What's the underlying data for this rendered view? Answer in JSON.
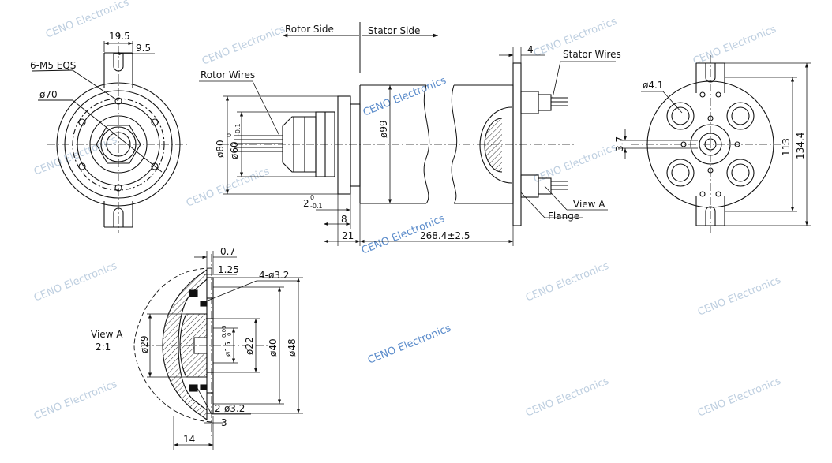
{
  "labels": {
    "rotor_side": "Rotor Side",
    "stator_side": "Stator Side",
    "rotor_wires": "Rotor Wires",
    "stator_wires": "Stator Wires",
    "m5_eqs": "6-M5 EQS",
    "view_a": "View A",
    "flange": "Flange",
    "view_a_title": "View A",
    "view_a_scale": "2:1"
  },
  "dims": {
    "d19_5": "19.5",
    "d9_5": "9.5",
    "phi70": "ø70",
    "phi80": "ø80",
    "phi60": "ø60",
    "phi60_tol_upper": "0",
    "phi60_tol_lower": "-0.1",
    "phi99": "ø99",
    "d2": "2",
    "d2_tol_upper": "0",
    "d2_tol_lower": "-0.1",
    "d8": "8",
    "d21": "21",
    "d268": "268.4±2.5",
    "d4": "4",
    "phi4_1": "ø4.1",
    "d3_7": "3.7",
    "d113": "113",
    "d134_4": "134.4",
    "d0_7": "0.7",
    "d1_25": "1.25",
    "d4phi3_2": "4-ø3.2",
    "phi29": "ø29",
    "phi15": "ø15",
    "phi15_tol_upper": "0.05",
    "phi15_tol_lower": "0",
    "phi22": "ø22",
    "phi40": "ø40",
    "phi48": "ø48",
    "d2phi3_2": "2-ø3.2",
    "d3": "3",
    "d14": "14"
  },
  "watermark": "CENO Electronics",
  "colors": {
    "line": "#111111",
    "watermark": "#a9bfd6",
    "watermark_strong": "#3f78c2",
    "hatch": "#333333"
  }
}
